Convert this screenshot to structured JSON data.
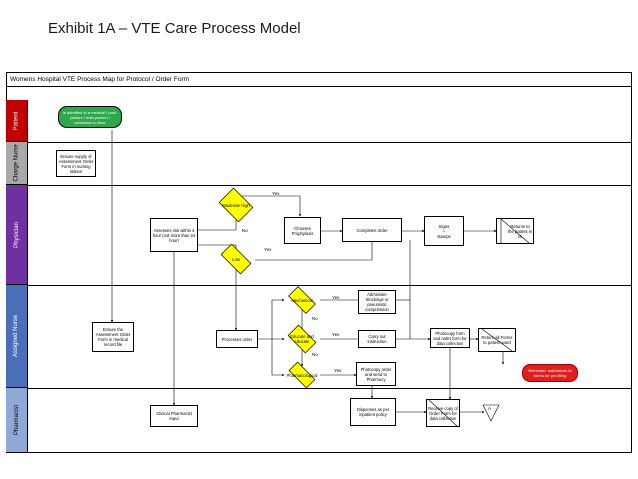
{
  "exhibit_title": "Exhibit 1A – VTE Care Process Model",
  "map_header": "Womens Hospital VTE Process Map for Protocol / Order Form",
  "lanes": {
    "patient": "Patient",
    "charge_nurse": "Charge Nurse",
    "physician": "Physician",
    "assigned_nurse": "Assigned Nurse",
    "pharmacist": "Pharmacist"
  },
  "nodes": {
    "admitted": "Is admitted to a medical / post-partum / ante-partum / admission to floor",
    "ensure_supply": "Ensure supply of Assessment Order Form in nursing station",
    "assess_risk": "Assesses risk within 4 hour (not more than 24 hour)",
    "moderate_high": "Moderate High",
    "chooses_prophylaxis": "Chooses Prophylaxis",
    "completes_order": "Completes order",
    "signs": "Signs\n+\nstamps",
    "returns_to_patient": "Returns to the patient in IS",
    "low": "Low",
    "ensure_assessment": "Ensure the Assessment Order Form in medical record file",
    "processes_order": "Processes order",
    "mechanical": "Mechanical",
    "administer_stockings": "Administer Stockings or pneumatic compression",
    "education": "Educate and educate",
    "carry_out_instruction": "Carry out instruction",
    "pharmacological": "Pharmacological",
    "photocopy_send": "Photocopy order and send to Pharmacy",
    "photocopy_file": "Photocopy form and order form for data collection",
    "return_all": "Return all Forms to patient ward",
    "reminder": "Reminder: note/return to forms for pre-filing",
    "clinical_pharmacist": "Clinical Pharmacist Input",
    "dispenses": "Dispenses as per inpatient policy",
    "receive_copy": "Receive copy of Order Form for data collection",
    "connector_a": "A"
  },
  "labels": {
    "yes_1": "Yes",
    "no_1": "No",
    "yes_2": "Yes",
    "yes_3": "Yes",
    "no_2": "No",
    "yes_4": "Yes",
    "no_3": "No",
    "yes_5": "Yes"
  },
  "colors": {
    "patient_lane": "#c00000",
    "charge_nurse_lane": "#a9a9a9",
    "physician_lane": "#7030a0",
    "assigned_nurse_lane": "#4a6fb8",
    "pharmacist_lane": "#8fa8d8",
    "decision": "#ffff00",
    "start": "#2ea84a",
    "alert": "#e02020"
  }
}
